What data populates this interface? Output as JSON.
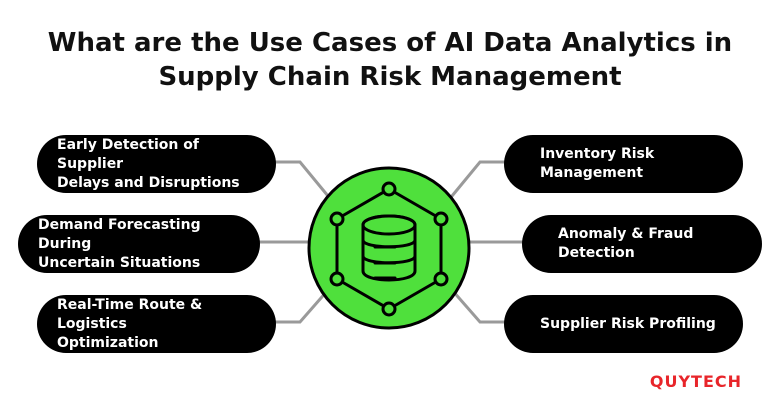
{
  "title": {
    "line1": "What are the Use Cases of AI Data Analytics in",
    "line2": "Supply Chain Risk Management"
  },
  "left_items": [
    {
      "line1": "Early Detection of Supplier",
      "line2": "Delays and Disruptions"
    },
    {
      "line1": "Demand Forecasting During",
      "line2": "Uncertain Situations"
    },
    {
      "line1": "Real-Time Route & Logistics",
      "line2": "Optimization"
    }
  ],
  "right_items": [
    {
      "line1": "Inventory Risk",
      "line2": "Management"
    },
    {
      "line1": "Anomaly & Fraud",
      "line2": "Detection"
    },
    {
      "line1": "Supplier Risk Profiling",
      "line2": ""
    }
  ],
  "brand": "QUYTECH",
  "colors": {
    "hub_fill": "#4fe03c",
    "pill_fill": "#000000",
    "connector": "#9a9a9a",
    "brand": "#e8252a"
  },
  "icons": {
    "hub": "database-network-icon"
  }
}
